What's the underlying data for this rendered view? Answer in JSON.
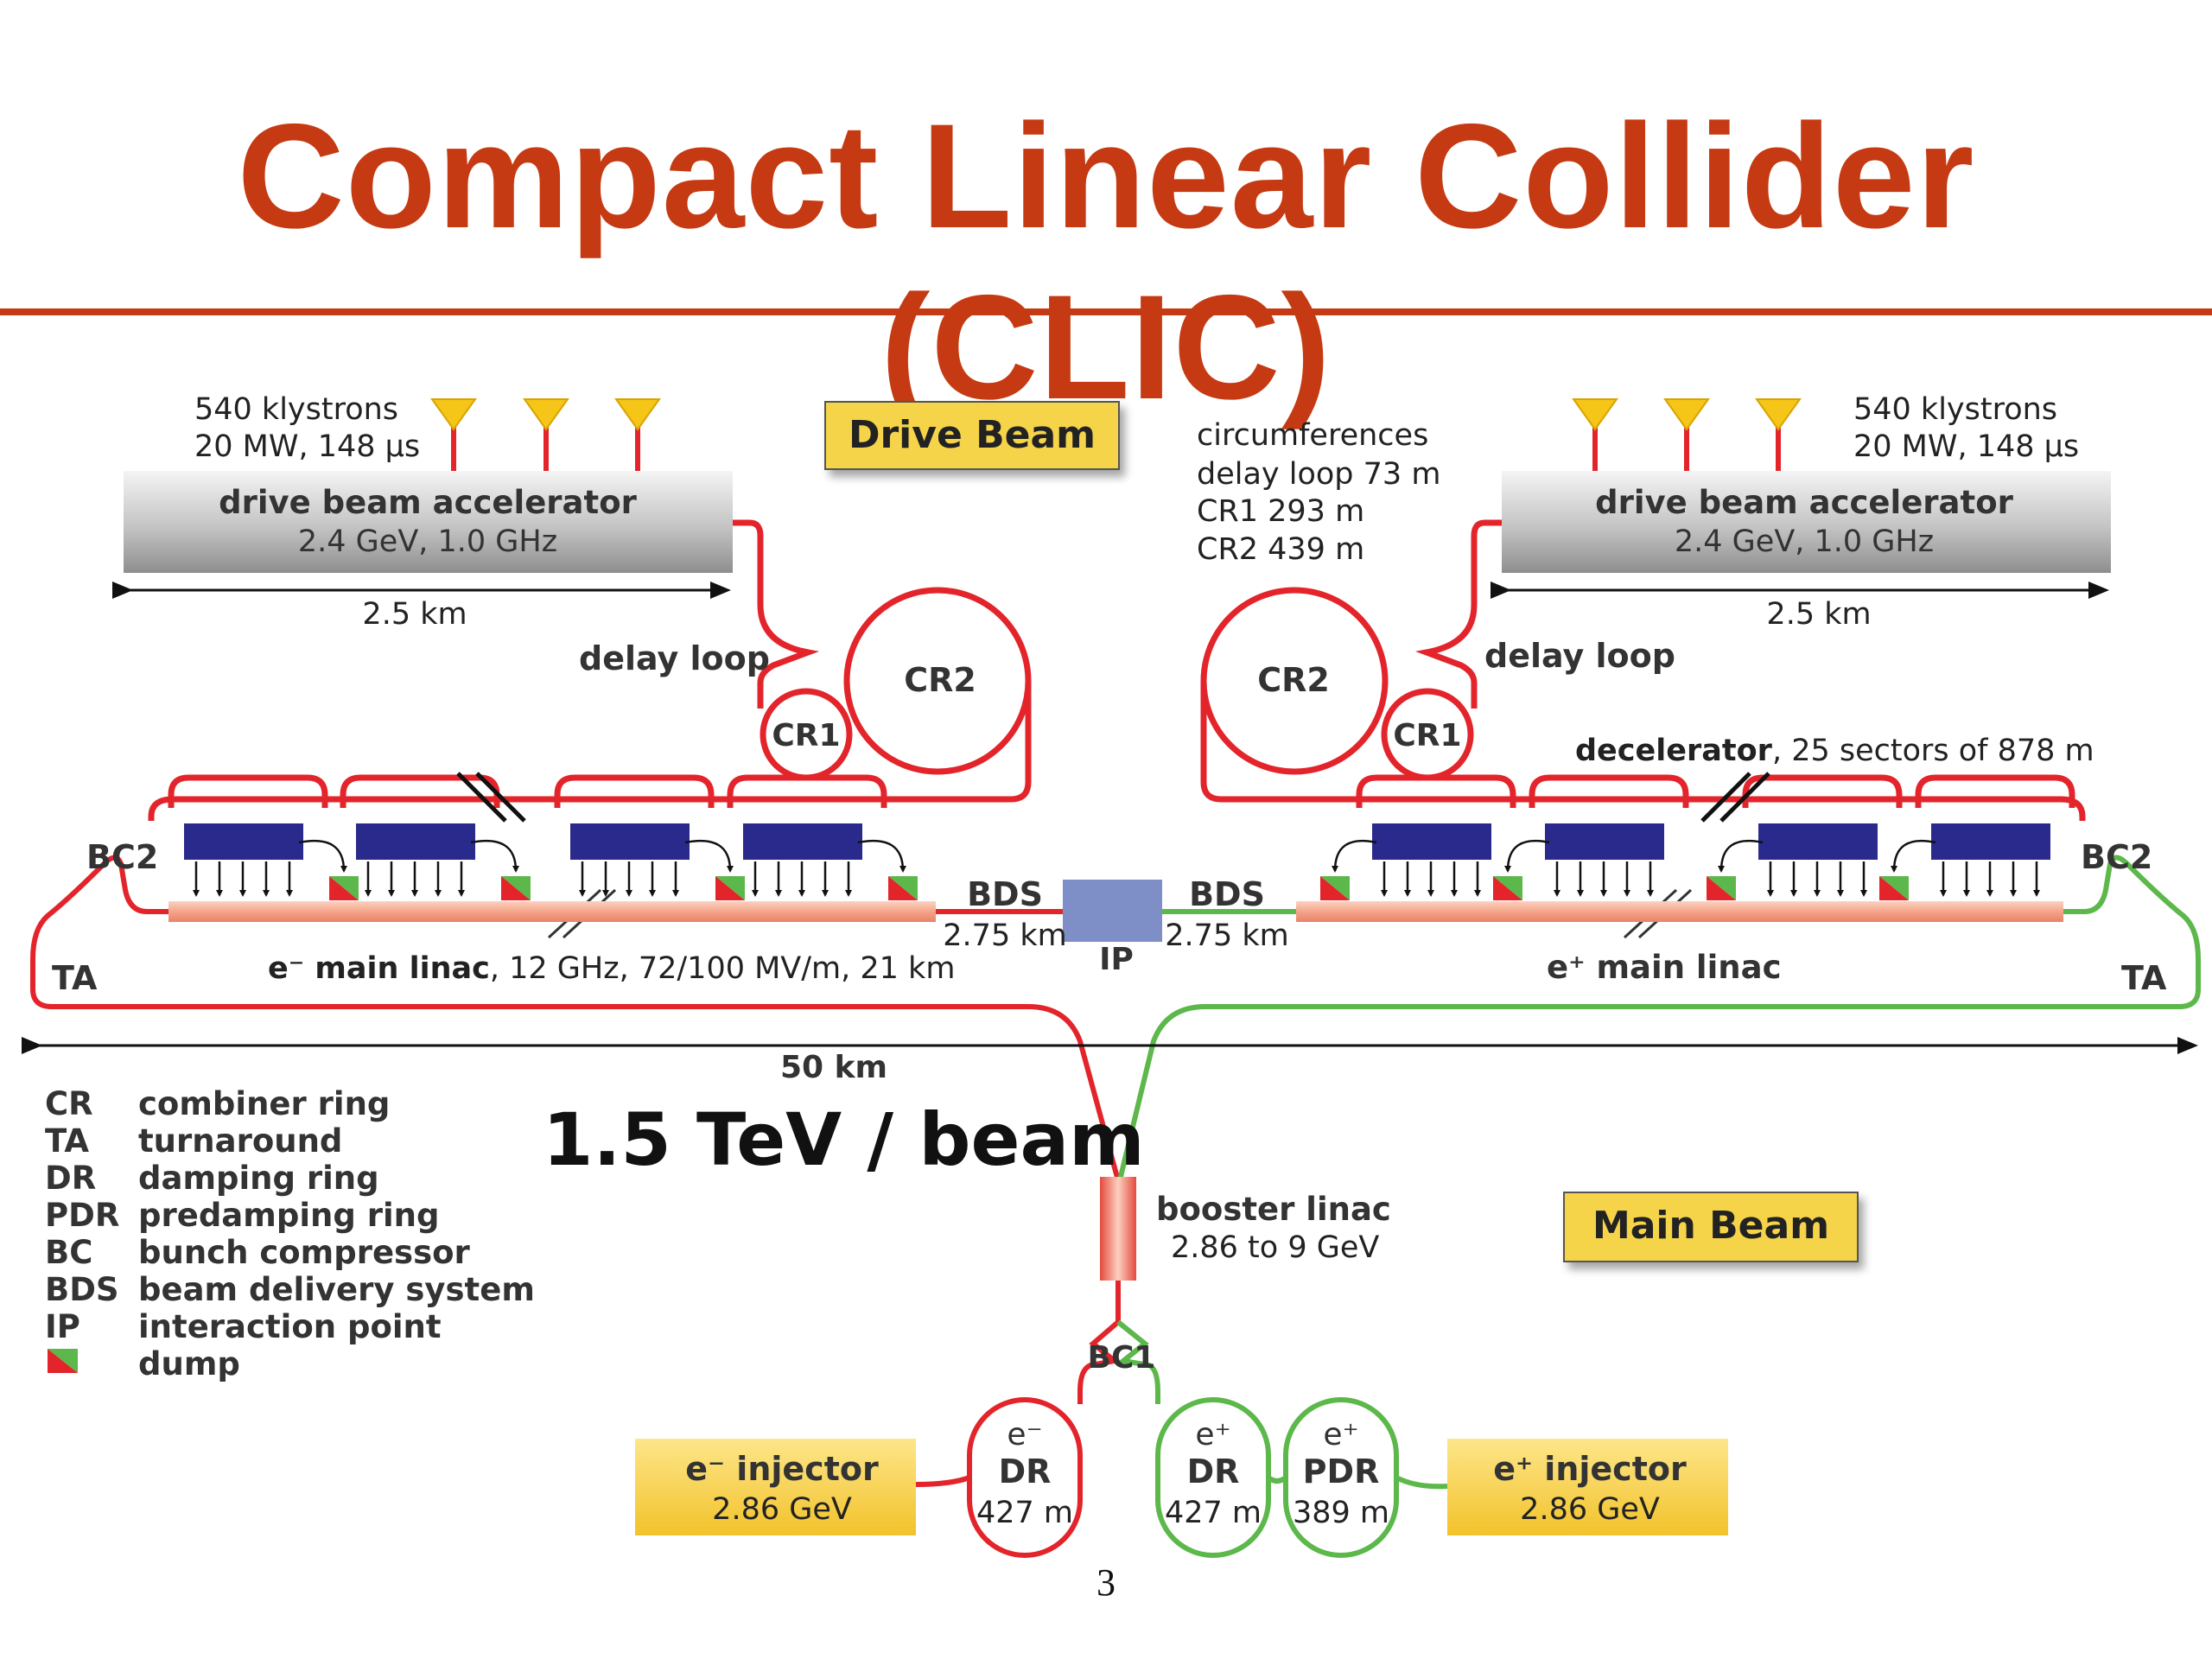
{
  "slide": {
    "title": "Compact Linear Collider (CLIC)",
    "page_number": "3"
  },
  "colors": {
    "title": "#c53a12",
    "electron_line": "#e3242b",
    "positron_line": "#5cb84a",
    "pets": "#2a2a8c",
    "label_box": "#f5d44a",
    "linac": "#f4a48a"
  },
  "drive_beam": {
    "box_label": "Drive Beam",
    "left": {
      "klystrons_line1": "540 klystrons",
      "klystrons_line2": "20 MW, 148 μs",
      "accel_name": "drive beam accelerator",
      "accel_spec": "2.4 GeV, 1.0 GHz",
      "length": "2.5 km",
      "delay_loop": "delay loop",
      "cr1": "CR1",
      "cr2": "CR2"
    },
    "right": {
      "klystrons_line1": "540 klystrons",
      "klystrons_line2": "20 MW, 148 μs",
      "accel_name": "drive beam accelerator",
      "accel_spec": "2.4 GeV, 1.0 GHz",
      "length": "2.5 km",
      "delay_loop": "delay loop",
      "cr1": "CR1",
      "cr2": "CR2"
    },
    "circumferences": [
      "circumferences",
      "delay loop 73 m",
      "CR1 293 m",
      "CR2 439 m"
    ],
    "decelerator_bold": "decelerator",
    "decelerator_rest": ", 25 sectors of 878 m"
  },
  "main_linac": {
    "bc2_left": "BC2",
    "bc2_right": "BC2",
    "ta_left": "TA",
    "ta_right": "TA",
    "bds_left": "BDS",
    "bds_left_len": "2.75 km",
    "bds_right": "BDS",
    "bds_right_len": "2.75 km",
    "ip": "IP",
    "e_minus_bold": "e⁻ main linac",
    "e_minus_rest": ", 12 GHz, 72/100 MV/m, 21 km",
    "e_plus": "e⁺ main linac",
    "total_length": "50 km"
  },
  "energy": "1.5 TeV / beam",
  "main_beam": {
    "box_label": "Main Beam",
    "booster_line1": "booster linac",
    "booster_line2": "2.86 to 9 GeV",
    "bc1": "BC1",
    "e_minus_injector": "e⁻ injector",
    "e_minus_injector_energy": "2.86 GeV",
    "e_plus_injector": "e⁺ injector",
    "e_plus_injector_energy": "2.86 GeV",
    "rings": [
      {
        "particle": "e⁻",
        "type": "DR",
        "circ": "427 m"
      },
      {
        "particle": "e⁺",
        "type": "DR",
        "circ": "427 m"
      },
      {
        "particle": "e⁺",
        "type": "PDR",
        "circ": "389 m"
      }
    ]
  },
  "legend": [
    {
      "abbr": "CR",
      "desc": "combiner ring"
    },
    {
      "abbr": "TA",
      "desc": "turnaround"
    },
    {
      "abbr": "DR",
      "desc": "damping ring"
    },
    {
      "abbr": "PDR",
      "desc": "predamping ring"
    },
    {
      "abbr": "BC",
      "desc": "bunch compressor"
    },
    {
      "abbr": "BDS",
      "desc": "beam delivery system"
    },
    {
      "abbr": "IP",
      "desc": "interaction point"
    },
    {
      "abbr": "",
      "desc": "dump"
    }
  ]
}
